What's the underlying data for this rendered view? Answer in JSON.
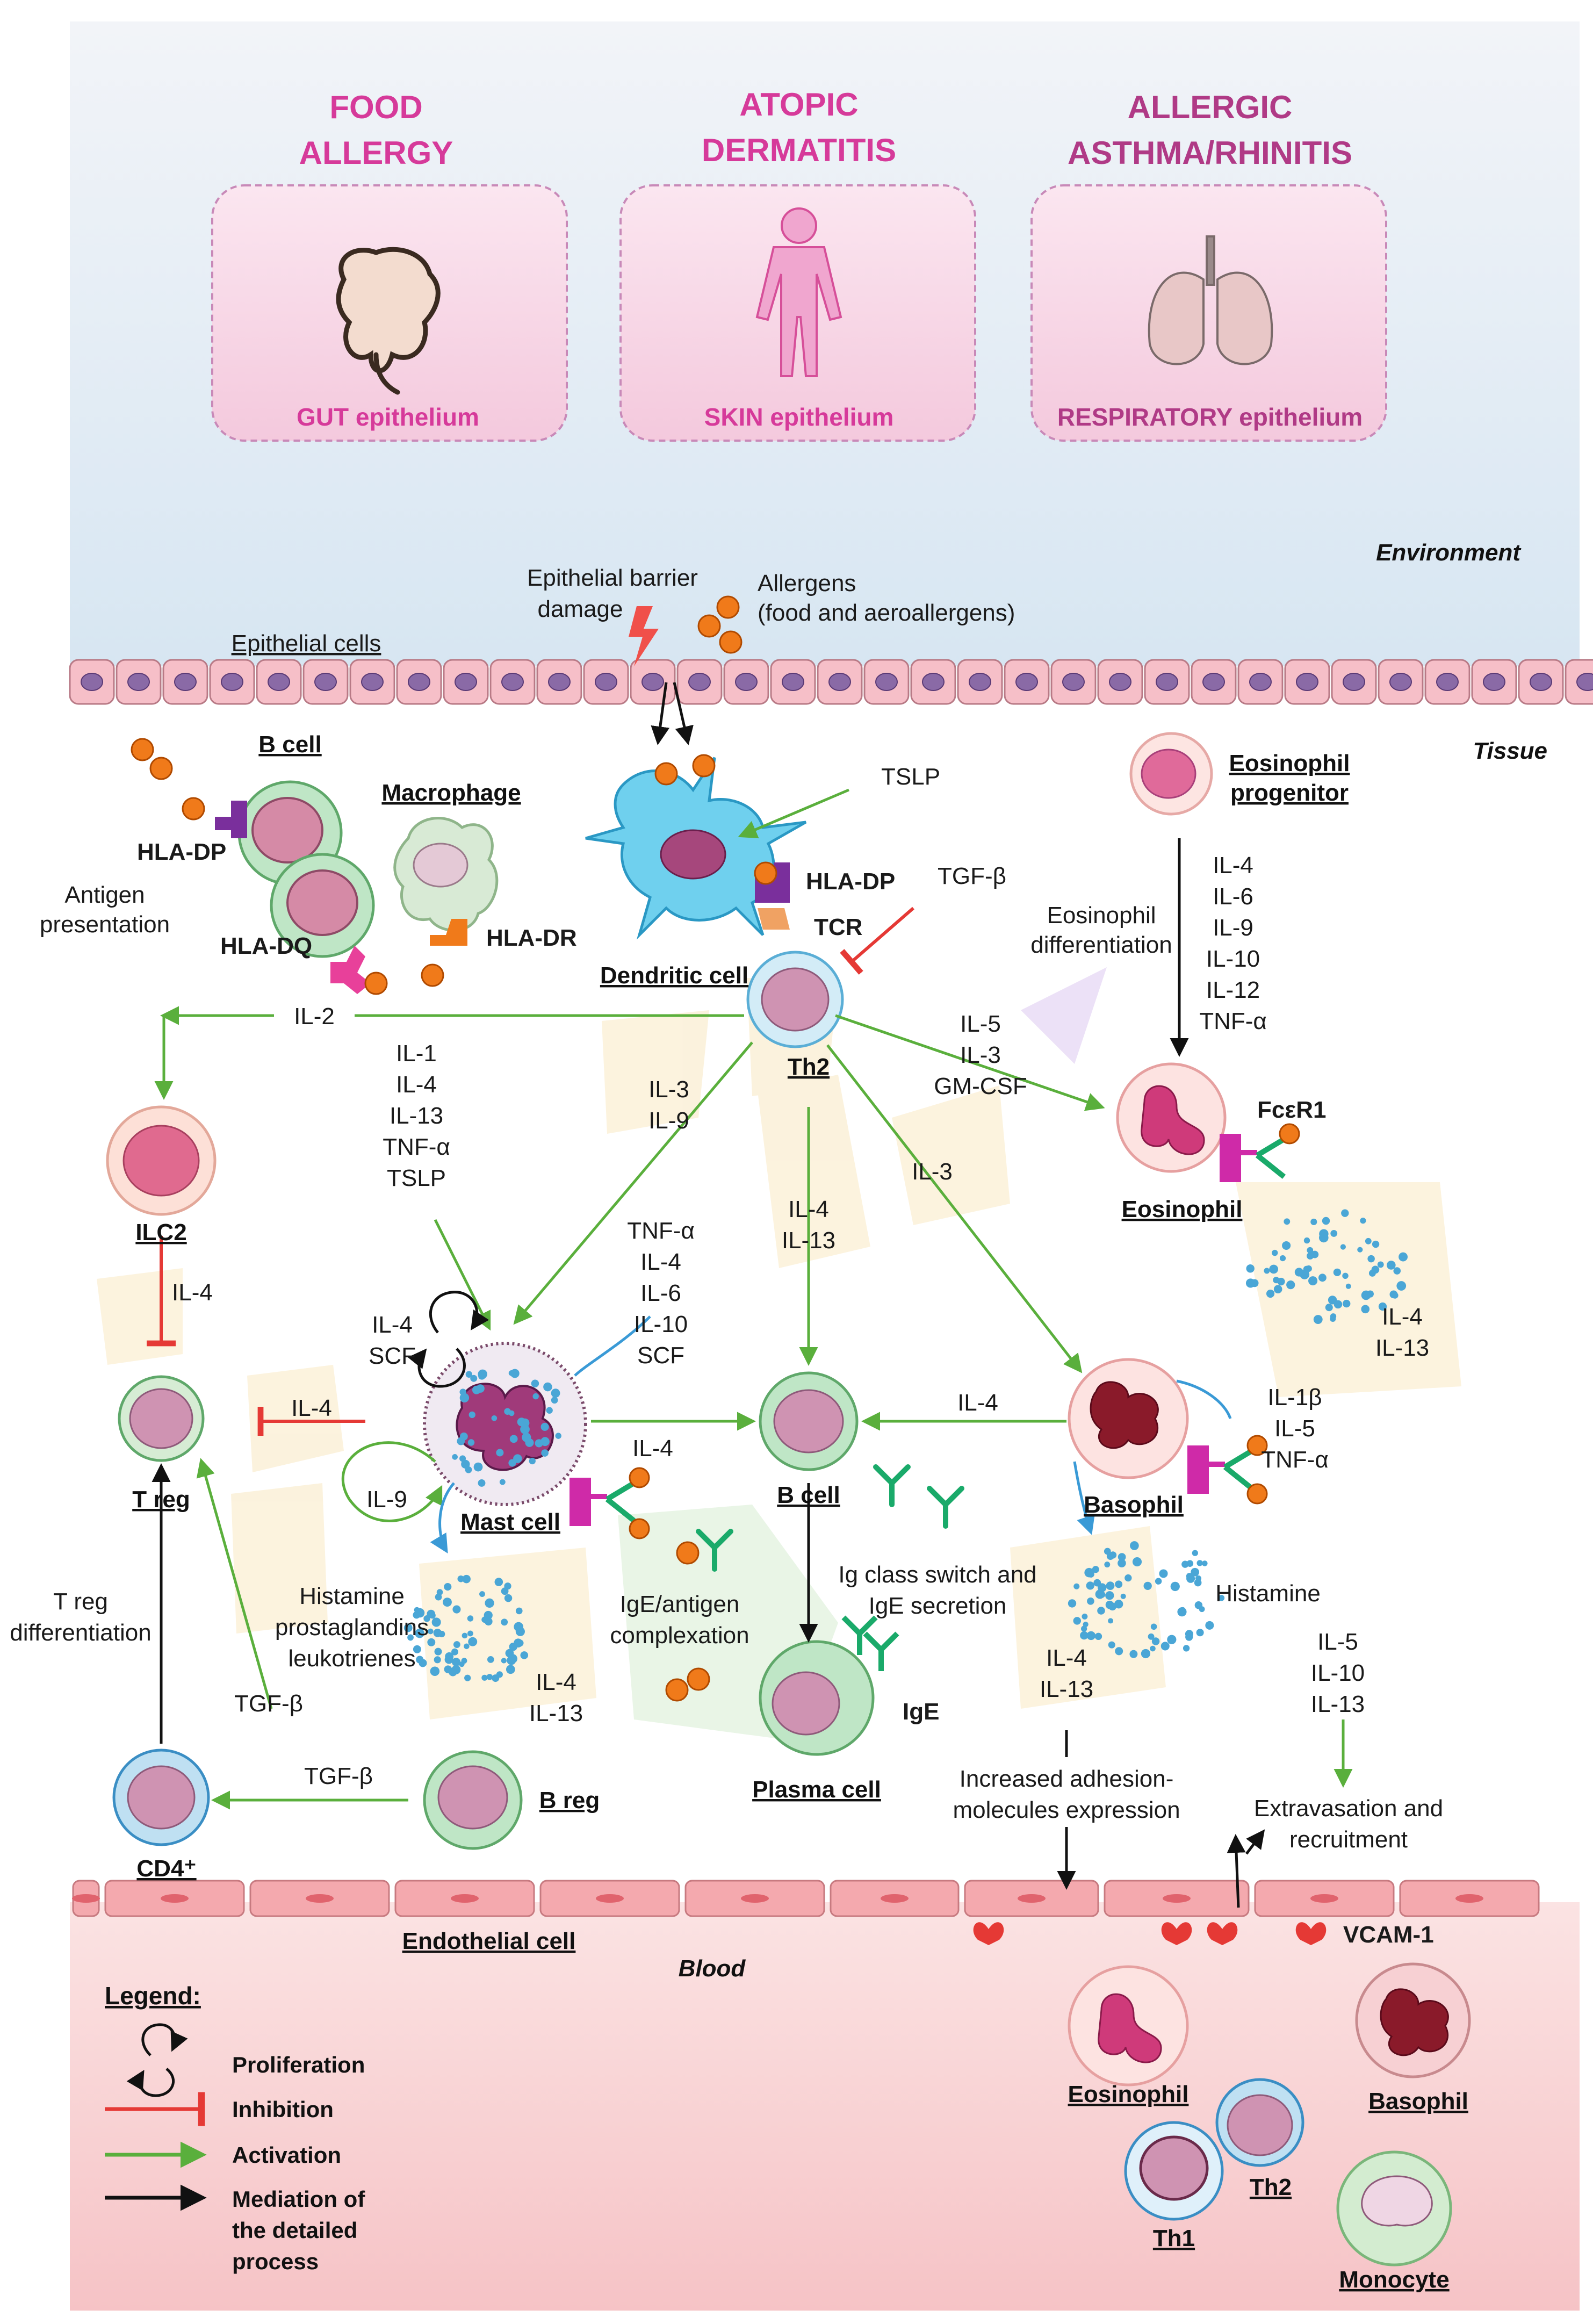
{
  "colors": {
    "disease": "#d63a9a",
    "activation": "#5aaf3c",
    "inhibition": "#e53935",
    "mediation": "#111111",
    "histamine": "#3a9ad6",
    "allergen": "#f07a1a",
    "vcam": "#e53935",
    "hla_dp": "#7a2f9c",
    "hla_dq": "#e8409a",
    "ige": "#1aaa6a",
    "fcer1": "#e8409a"
  },
  "diseases": [
    {
      "name_line1": "FOOD",
      "name_line2": "ALLERGY",
      "organ_icon": "gut-icon",
      "epithelium": "GUT epithelium"
    },
    {
      "name_line1": "ATOPIC",
      "name_line2": "DERMATITIS",
      "organ_icon": "body-icon",
      "epithelium": "SKIN epithelium"
    },
    {
      "name_line1": "ALLERGIC",
      "name_line2": "ASTHMA/RHINITIS",
      "organ_icon": "lungs-icon",
      "epithelium": "RESPIRATORY epithelium"
    }
  ],
  "zones": {
    "environment": "Environment",
    "tissue": "Tissue",
    "blood": "Blood"
  },
  "epithelium": {
    "cells_label": "Epithelial cells",
    "damage_line1": "Epithelial barrier",
    "damage_line2": "damage",
    "allergens_line1": "Allergens",
    "allergens_line2": "(food and aeroallergens)"
  },
  "cells": {
    "b_cell_top": "B cell",
    "macrophage": "Macrophage",
    "dendritic": "Dendritic cell",
    "eos_progenitor_line1": "Eosinophil",
    "eos_progenitor_line2": "progenitor",
    "th2": "Th2",
    "ilc2": "ILC2",
    "eosinophil": "Eosinophil",
    "treg": "T reg",
    "mast": "Mast cell",
    "b_cell_mid": "B cell",
    "basophil": "Basophil",
    "plasma": "Plasma cell",
    "cd4": "CD4⁺",
    "breg": "B reg",
    "endothelial": "Endothelial cell"
  },
  "receptors": {
    "hla_dp_b": "HLA-DP",
    "hla_dq": "HLA-DQ",
    "hla_dr": "HLA-DR",
    "hla_dp_dc": "HLA-DP",
    "tcr": "TCR",
    "fcer1": "FcεR1",
    "ige": "IgE",
    "vcam": "VCAM-1"
  },
  "labels": {
    "antigen_line1": "Antigen",
    "antigen_line2": "presentation",
    "tslp": "TSLP",
    "tgfb_top": "TGF-β",
    "eos_diff_line1": "Eosinophil",
    "eos_diff_line2": "differentiation",
    "eos_cytokines": [
      "IL-4",
      "IL-6",
      "IL-9",
      "IL-10",
      "IL-12",
      "TNF-α"
    ],
    "il2": "IL-2",
    "il5_group": [
      "IL-5",
      "IL-3",
      "GM-CSF"
    ],
    "mast_in": [
      "IL-1",
      "IL-4",
      "IL-13",
      "TNF-α",
      "TSLP"
    ],
    "il3_il9": [
      "IL-3",
      "IL-9"
    ],
    "il4_il13_b": [
      "IL-4",
      "IL-13"
    ],
    "il3_baso": "IL-3",
    "mast_out": [
      "TNF-α",
      "IL-4",
      "IL-6",
      "IL-10",
      "SCF"
    ],
    "il4_ilc2": "IL-4",
    "il4_scf": [
      "IL-4",
      "SCF"
    ],
    "eos_il4_il13": [
      "IL-4",
      "IL-13"
    ],
    "il4_treg": "IL-4",
    "il4_mast_b": "IL-4",
    "il4_baso_b": "IL-4",
    "baso_out": [
      "IL-1β",
      "IL-5",
      "TNF-α"
    ],
    "il9": "IL-9",
    "hist_mast": [
      "Histamine",
      "prostaglandins",
      "leukotrienes"
    ],
    "il4_il13_mast": [
      "IL-4",
      "IL-13"
    ],
    "ige_complex": [
      "IgE/antigen",
      "complexation"
    ],
    "ig_switch": [
      "Ig class switch and",
      "IgE secretion"
    ],
    "histamine_baso": "Histamine",
    "il4_il13_baso": [
      "IL-4",
      "IL-13"
    ],
    "il5_10_13": [
      "IL-5",
      "IL-10",
      "IL-13"
    ],
    "adhesion": [
      "Increased adhesion-",
      "molecules expression"
    ],
    "extravasation": [
      "Extravasation and",
      "recruitment"
    ],
    "treg_diff": [
      "T reg",
      "differentiation"
    ],
    "tgfb_treg": "TGF-β",
    "tgfb_breg": "TGF-β"
  },
  "blood_cells": {
    "eosinophil": "Eosinophil",
    "basophil": "Basophil",
    "th2": "Th2",
    "th1": "Th1",
    "monocyte": "Monocyte"
  },
  "legend": {
    "title": "Legend:",
    "proliferation": "Proliferation",
    "inhibition": "Inhibition",
    "activation": "Activation",
    "mediation": [
      "Mediation of",
      "the detailed",
      "process"
    ]
  }
}
